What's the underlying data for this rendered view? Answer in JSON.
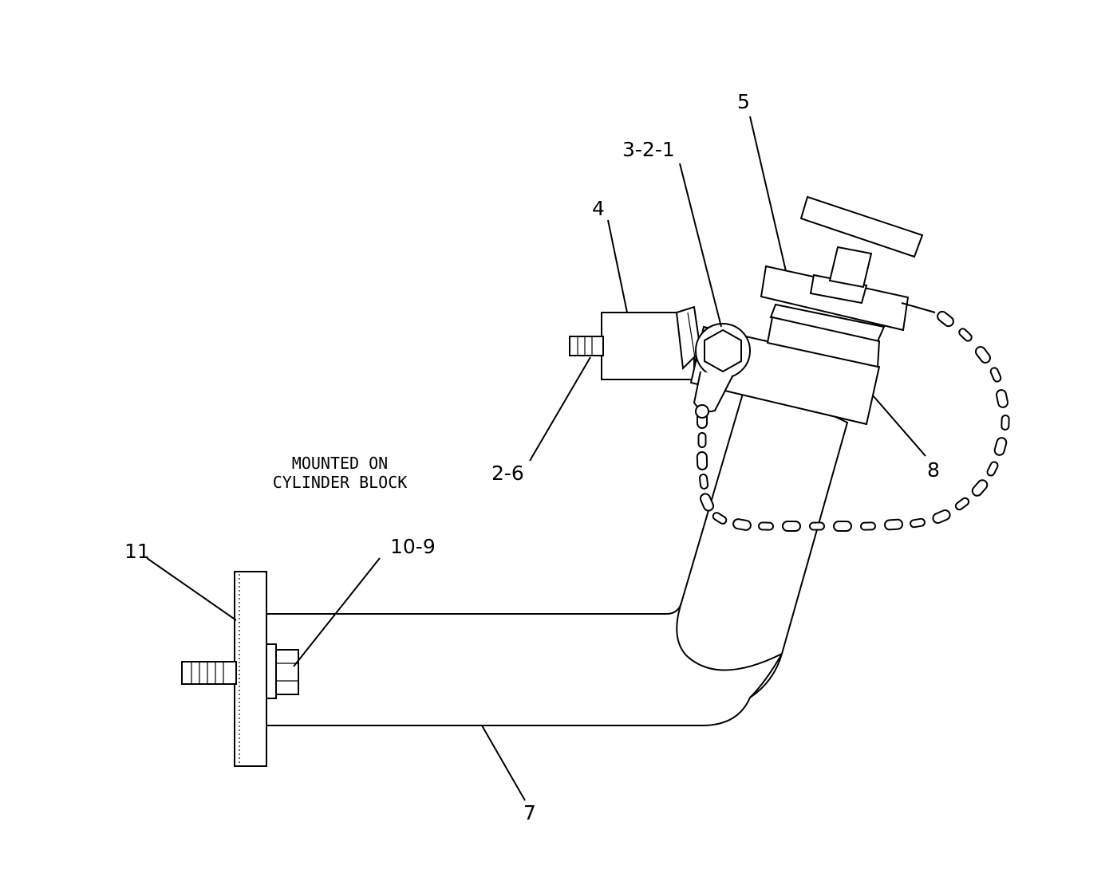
{
  "diagram": {
    "note": {
      "line1": "MOUNTED ON",
      "line2": "CYLINDER BLOCK"
    },
    "callouts": {
      "c5": "5",
      "c321": "3-2-1",
      "c4": "4",
      "c26": "2-6",
      "c8": "8",
      "c11": "11",
      "c109": "10-9",
      "c7": "7"
    }
  }
}
